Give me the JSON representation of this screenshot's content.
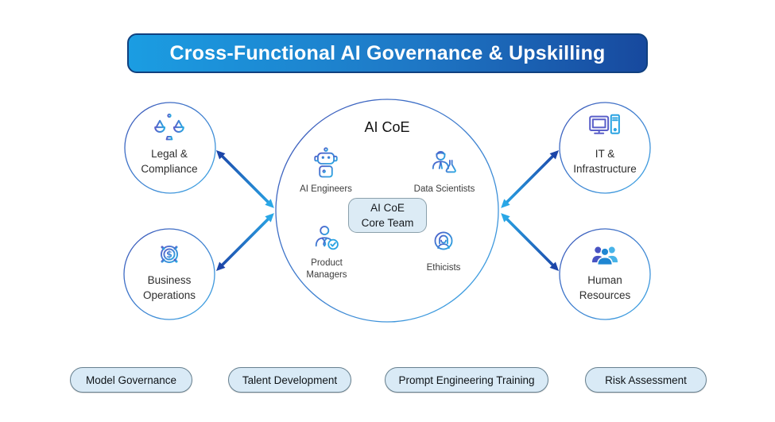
{
  "banner": {
    "title": "Cross-Functional AI Governance & Upskilling"
  },
  "center": {
    "title": "AI CoE",
    "core_box": {
      "line1": "AI CoE",
      "line2": "Core Team"
    },
    "roles": [
      {
        "label": "AI Engineers",
        "icon": "robot-icon"
      },
      {
        "label": "Data Scientists",
        "icon": "data-scientist-icon"
      },
      {
        "label": "Product Managers",
        "icon": "product-manager-icon"
      },
      {
        "label": "Ethicists",
        "icon": "ethicist-icon"
      }
    ]
  },
  "departments": [
    {
      "label": "Legal & Compliance",
      "icon": "scales-icon",
      "position": "top-left"
    },
    {
      "label": "Business Operations",
      "icon": "gear-dollar-icon",
      "position": "bottom-left"
    },
    {
      "label": "IT & Infrastructure",
      "icon": "computer-icon",
      "position": "top-right"
    },
    {
      "label": "Human Resources",
      "icon": "people-icon",
      "position": "bottom-right"
    }
  ],
  "pills": [
    {
      "label": "Model Governance"
    },
    {
      "label": "Talent Development"
    },
    {
      "label": "Prompt Engineering Training"
    },
    {
      "label": "Risk Assessment"
    }
  ],
  "colors": {
    "banner_gradient_start": "#1b9de2",
    "banner_gradient_end": "#17499e",
    "arrow_dark": "#1c45a8",
    "arrow_light": "#2aa7e6",
    "circle_stroke_dark": "#3d55b8",
    "circle_stroke_light": "#3fa9e6",
    "pill_fill": "#d9eaf6",
    "core_box_fill": "#dcebf5"
  }
}
